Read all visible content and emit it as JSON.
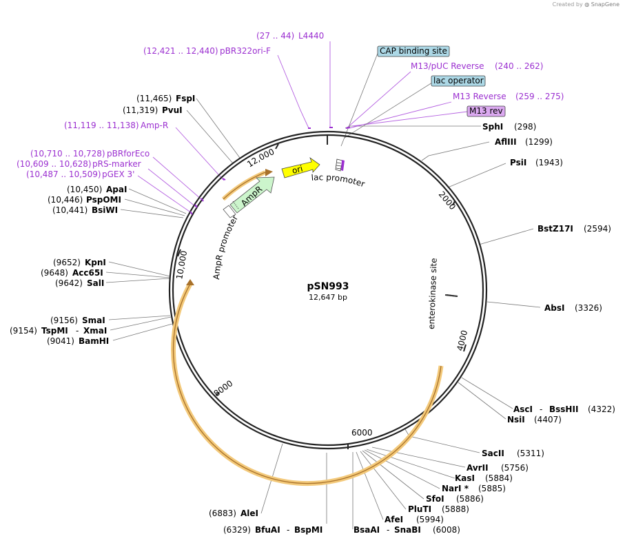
{
  "credit": {
    "prefix": "Created by",
    "brand": "SnapGene"
  },
  "plasmid": {
    "name": "pSN993",
    "length_label": "12,647 bp"
  },
  "ticks": [
    "2000",
    "4000",
    "6000",
    "8000",
    "10,000",
    "12,000"
  ],
  "features": {
    "ori": "ori",
    "ampr": "AmpR",
    "ampr_promoter": "AmpR promoter",
    "lac_promoter": "lac promoter",
    "enterokinase": "enterokinase site"
  },
  "boxed_labels": {
    "cap": "CAP binding site",
    "lac_operator": "lac operator",
    "m13_rev": "M13 rev"
  },
  "primers": [
    {
      "name": "L4440",
      "pos": "(27 .. 44)"
    },
    {
      "name": "pBR322ori-F",
      "pos": "(12,421 .. 12,440)"
    },
    {
      "name": "M13/pUC Reverse",
      "pos": "(240 .. 262)"
    },
    {
      "name": "M13 Reverse",
      "pos": "(259 .. 275)"
    },
    {
      "name": "Amp-R",
      "pos": "(11,119 .. 11,138)"
    },
    {
      "name": "pBRforEco",
      "pos": "(10,710 .. 10,728)"
    },
    {
      "name": "pRS-marker",
      "pos": "(10,609 .. 10,628)"
    },
    {
      "name": "pGEX 3'",
      "pos": "(10,487 .. 10,509)"
    }
  ],
  "sites": [
    {
      "name": "SphI",
      "pos": "(298)"
    },
    {
      "name": "AflIII",
      "pos": "(1299)"
    },
    {
      "name": "PsiI",
      "pos": "(1943)"
    },
    {
      "name": "BstZ17I",
      "pos": "(2594)"
    },
    {
      "name": "AbsI",
      "pos": "(3326)"
    },
    {
      "name": "AscI",
      "sep": "-",
      "name2": "BssHII",
      "pos": "(4322)"
    },
    {
      "name": "NsiI",
      "pos": "(4407)"
    },
    {
      "name": "SacII",
      "pos": "(5311)"
    },
    {
      "name": "AvrII",
      "pos": "(5756)"
    },
    {
      "name": "KasI",
      "pos": "(5884)"
    },
    {
      "name": "NarI *",
      "pos": "(5885)"
    },
    {
      "name": "SfoI",
      "pos": "(5886)"
    },
    {
      "name": "PluTI",
      "pos": "(5888)"
    },
    {
      "name": "AfeI",
      "pos": "(5994)"
    },
    {
      "name": "BsaAI",
      "sep": "-",
      "name2": "SnaBI",
      "pos": "(6008)"
    },
    {
      "name": "AleI",
      "pos": "(6883)"
    },
    {
      "name": "BfuAI",
      "sep": "-",
      "name2": "BspMI",
      "pos": "(6329)"
    },
    {
      "name": "FspI",
      "pos": "(11,465)"
    },
    {
      "name": "PvuI",
      "pos": "(11,319)"
    },
    {
      "name": "ApaI",
      "pos": "(10,450)"
    },
    {
      "name": "PspOMI",
      "pos": "(10,446)"
    },
    {
      "name": "BsiWI",
      "pos": "(10,441)"
    },
    {
      "name": "KpnI",
      "pos": "(9652)"
    },
    {
      "name": "Acc65I",
      "pos": "(9648)"
    },
    {
      "name": "SalI",
      "pos": "(9642)"
    },
    {
      "name": "SmaI",
      "pos": "(9156)"
    },
    {
      "name": "TspMI",
      "sep": "-",
      "name2": "XmaI",
      "pos": "(9154)"
    },
    {
      "name": "BamHI",
      "pos": "(9041)"
    }
  ],
  "colors": {
    "backbone": "#222222",
    "orf": "#f3c97a",
    "orf_core": "#a8712a",
    "ori": "#ffff00",
    "ampr": "#ccf5cc",
    "primer": "#9b2fd0",
    "box_blue": "#acd8e6",
    "box_violet": "#dba9f0"
  }
}
